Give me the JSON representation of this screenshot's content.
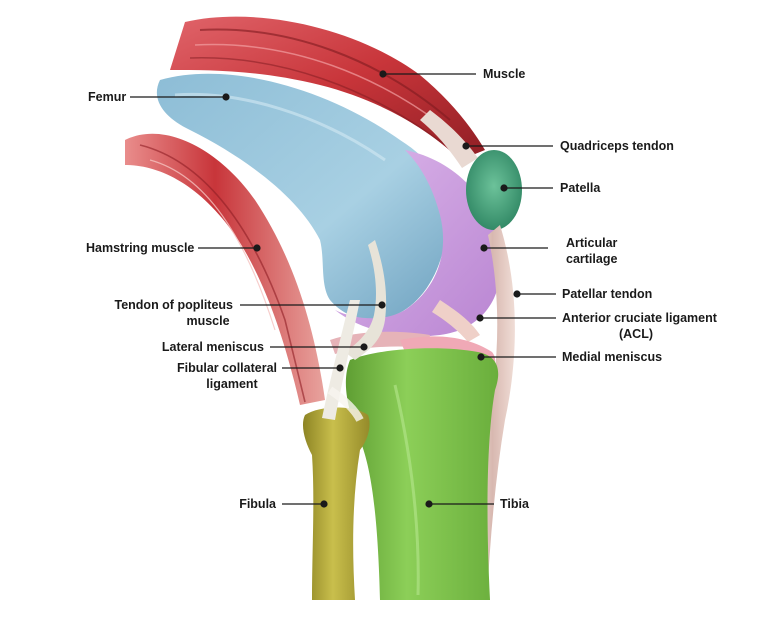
{
  "labels": {
    "muscle": "Muscle",
    "femur": "Femur",
    "quadriceps_tendon": "Quadriceps tendon",
    "patella": "Patella",
    "hamstring_muscle": "Hamstring muscle",
    "articular_cartilage_1": "Articular",
    "articular_cartilage_2": "cartilage",
    "patellar_tendon": "Patellar tendon",
    "popliteus_1": "Tendon of popliteus",
    "popliteus_2": "muscle",
    "acl_1": "Anterior cruciate ligament",
    "acl_2": "(ACL)",
    "lateral_meniscus": "Lateral meniscus",
    "medial_meniscus": "Medial meniscus",
    "fibular_collateral_1": "Fibular collateral",
    "fibular_collateral_2": "ligament",
    "fibula": "Fibula",
    "tibia": "Tibia"
  },
  "colors": {
    "muscle_red": "#c8353a",
    "femur_blue": "#9ec9de",
    "cartilage_purple": "#cfa3e0",
    "patella_green": "#3f9f7a",
    "tibia_green": "#7cc04a",
    "fibula_olive": "#b3a93a",
    "meniscus_pink": "#f0a9b6",
    "tendon_white": "#eceae2"
  }
}
